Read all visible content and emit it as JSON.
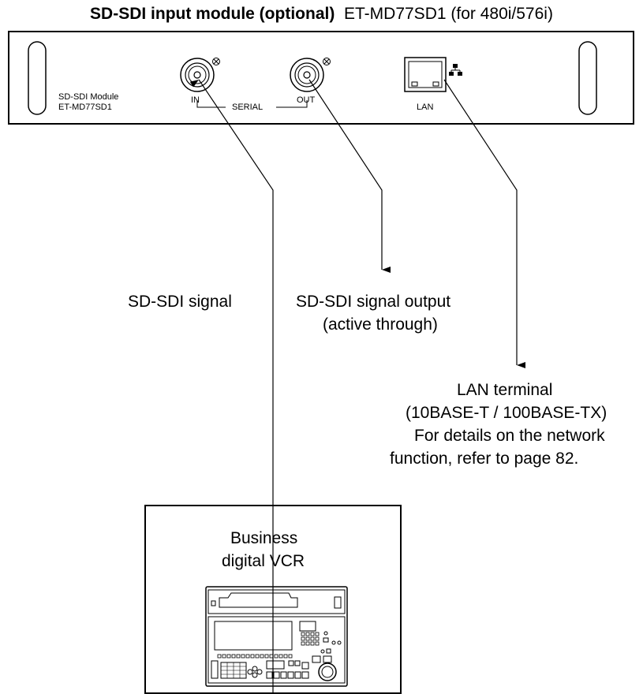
{
  "title": {
    "bold": "SD-SDI input module (optional)",
    "normal": "ET-MD77SD1 (for 480i/576i)"
  },
  "panel": {
    "module_name": "SD-SDI Module",
    "model": "ET-MD77SD1",
    "in_label": "IN",
    "out_label": "OUT",
    "serial_label": "SERIAL",
    "lan_label": "LAN"
  },
  "callouts": {
    "sdi_signal": "SD-SDI signal",
    "sdi_output_line1": "SD-SDI signal output",
    "sdi_output_line2": "(active through)",
    "lan_line1": "LAN terminal",
    "lan_line2": "(10BASE-T / 100BASE-TX)",
    "lan_line3": "For details on the network",
    "lan_line4": "function, refer to page 82."
  },
  "device": {
    "line1": "Business",
    "line2": "digital VCR"
  }
}
